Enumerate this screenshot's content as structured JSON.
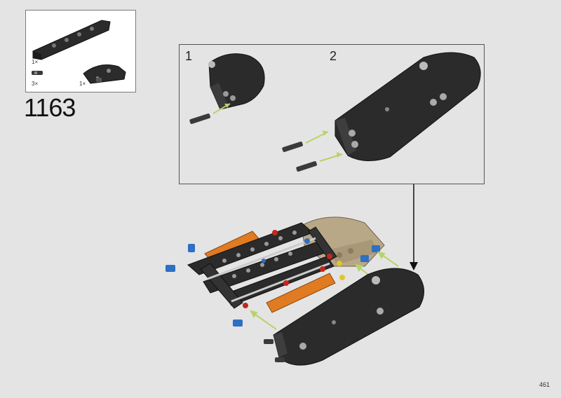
{
  "step": {
    "number": "1163",
    "parts": [
      {
        "name": "panel",
        "qty": "1×"
      },
      {
        "name": "pin",
        "qty": "3×"
      },
      {
        "name": "curved-panel",
        "qty": "1×"
      }
    ]
  },
  "sub_steps": {
    "first": "1",
    "second": "2"
  },
  "page": {
    "number": "461"
  },
  "colors": {
    "background": "#e4e4e4",
    "part_black": "#2b2b2b",
    "arrow_green": "#b7d36a",
    "tan": "#b9a887",
    "orange": "#e07b22",
    "blue": "#2f6fc4"
  }
}
